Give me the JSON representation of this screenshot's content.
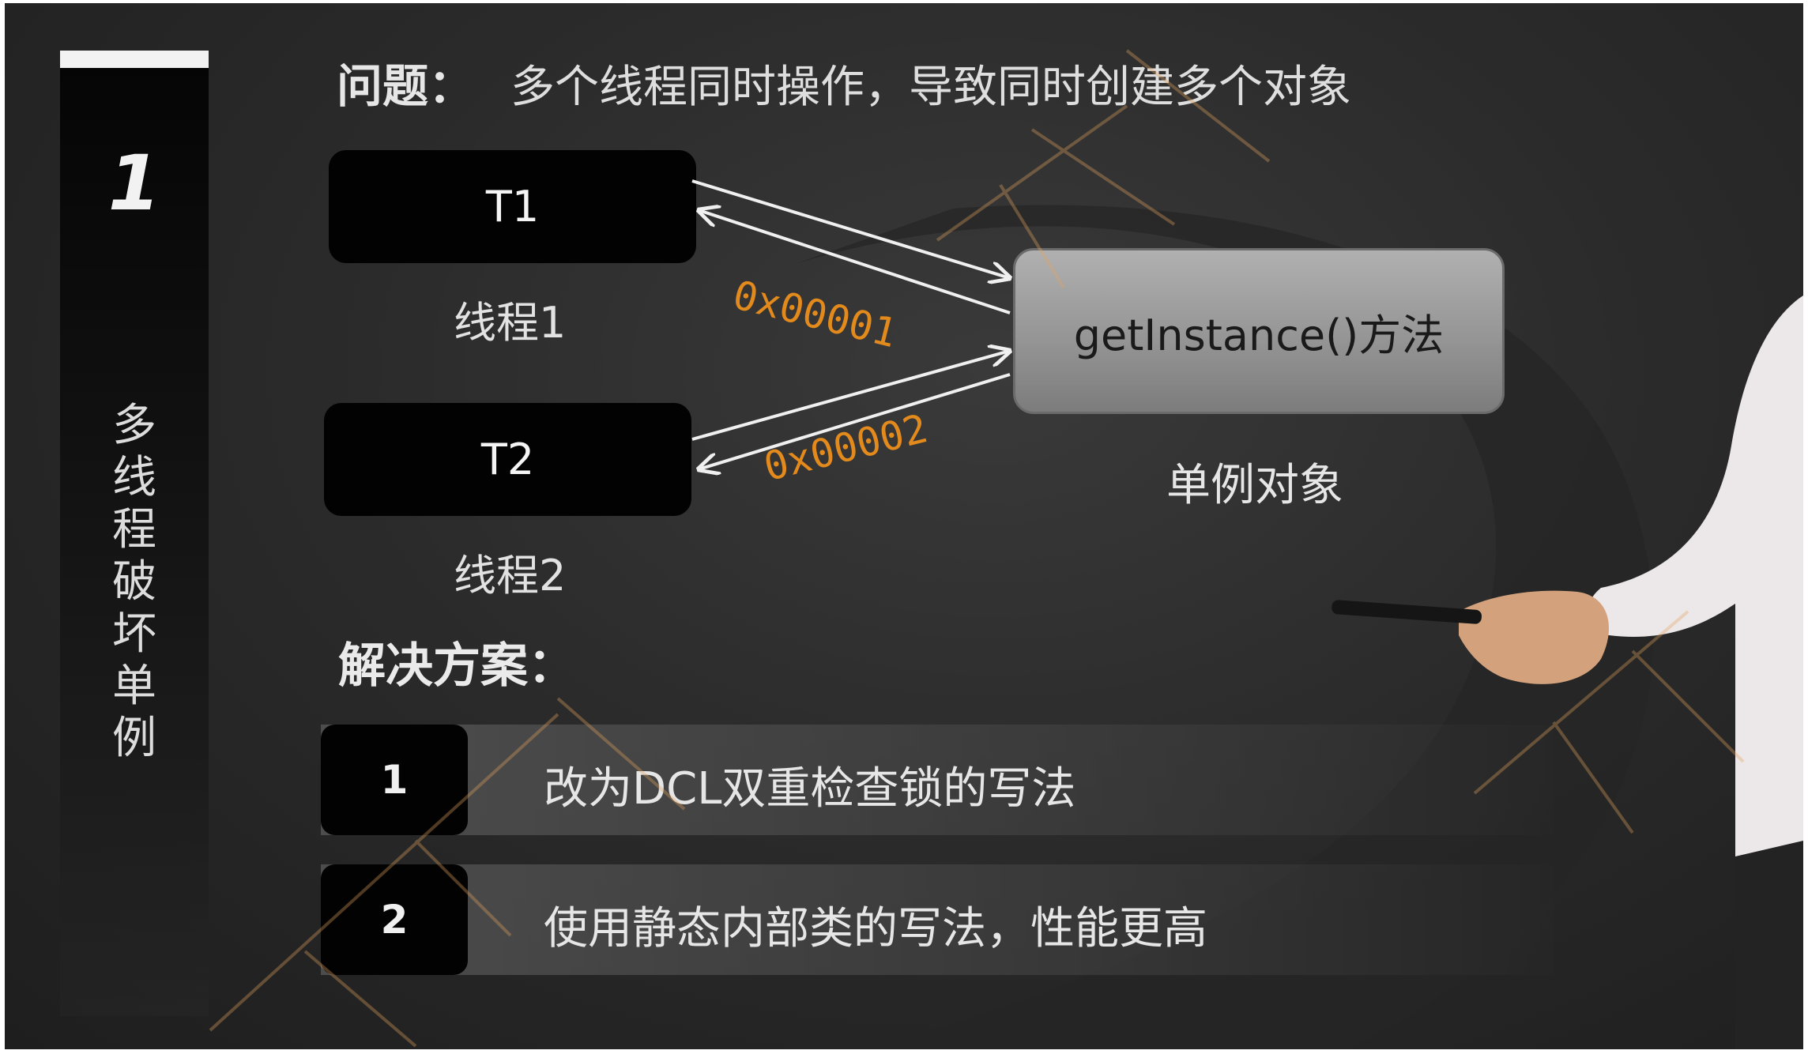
{
  "sidebar": {
    "number": "1",
    "title": "多线程破坏单例"
  },
  "question": {
    "label": "问题：",
    "text": "多个线程同时操作，导致同时创建多个对象"
  },
  "threads": [
    {
      "box_label": "T1",
      "caption": "线程1",
      "address": "0x00001"
    },
    {
      "box_label": "T2",
      "caption": "线程2",
      "address": "0x00002"
    }
  ],
  "method": {
    "label": "getInstance()方法",
    "caption": "单例对象"
  },
  "solution": {
    "heading": "解决方案：",
    "items": [
      {
        "number": "1",
        "text": "改为DCL双重检查锁的写法"
      },
      {
        "number": "2",
        "text": "使用静态内部类的写法，性能更高"
      }
    ]
  },
  "colors": {
    "background": "#2b2b2b",
    "box": "#020202",
    "method_box": "#9a9a9a",
    "address": "#e38a1d",
    "arrow": "#f0f0f0"
  }
}
